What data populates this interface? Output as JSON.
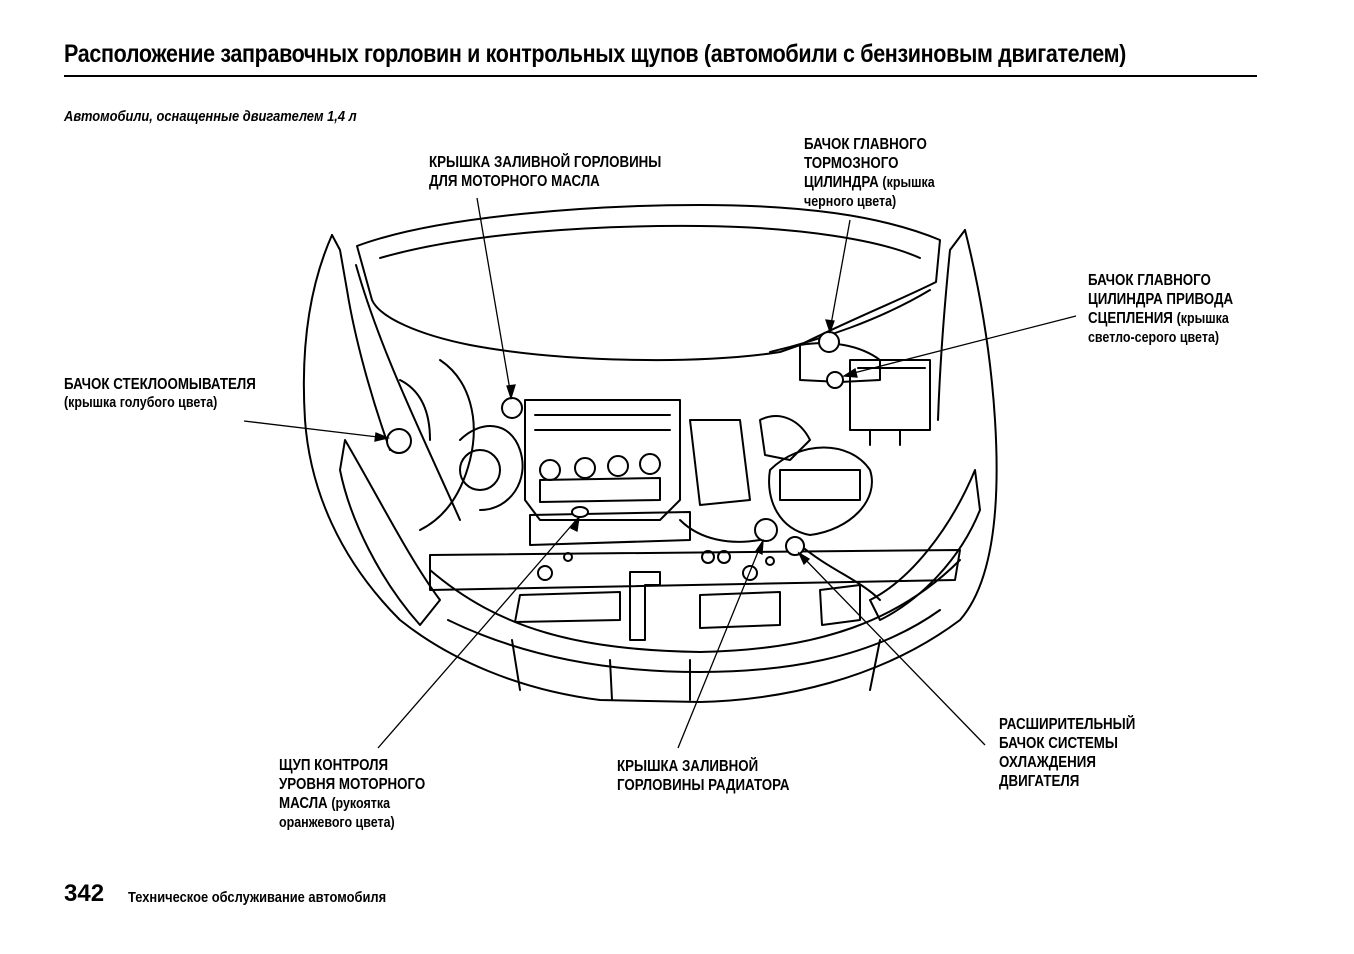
{
  "header": {
    "title": "Расположение заправочных горловин и контрольных щупов (автомобили с бензиновым двигателем)",
    "subtitle": "Автомобили, оснащенные двигателем 1,4 л"
  },
  "labels": {
    "oil_cap": {
      "line1": "КРЫШКА ЗАЛИВНОЙ ГОРЛОВИНЫ",
      "line2": "ДЛЯ МОТОРНОГО МАСЛА"
    },
    "brake_reservoir": {
      "line1": "БАЧОК ГЛАВНОГО",
      "line2": "ТОРМОЗНОГО",
      "line3": "ЦИЛИНДРА",
      "note3": "(крышка",
      "line4": "черного цвета)"
    },
    "clutch_reservoir": {
      "line1": "БАЧОК ГЛАВНОГО",
      "line2": "ЦИЛИНДРА ПРИВОДА",
      "line3": "СЦЕПЛЕНИЯ",
      "note3": "(крышка",
      "line4": "светло-серого цвета)"
    },
    "washer_reservoir": {
      "line1": "БАЧОК СТЕКЛООМЫВАТЕЛЯ",
      "line2": "(крышка голубого цвета)"
    },
    "coolant_reservoir": {
      "line1": "РАСШИРИТЕЛЬНЫЙ",
      "line2": "БАЧОК СИСТЕМЫ",
      "line3": "ОХЛАЖДЕНИЯ",
      "line4": "ДВИГАТЕЛЯ"
    },
    "dipstick": {
      "line1": "ЩУП КОНТРОЛЯ",
      "line2": "УРОВНЯ МОТОРНОГО",
      "line3": "МАСЛА",
      "note3": "(рукоятка",
      "line4": "оранжевого цвета)"
    },
    "radiator_cap": {
      "line1": "КРЫШКА ЗАЛИВНОЙ",
      "line2": "ГОРЛОВИНЫ РАДИАТОРА"
    }
  },
  "footer": {
    "page_number": "342",
    "section": "Техническое обслуживание автомобиля"
  }
}
